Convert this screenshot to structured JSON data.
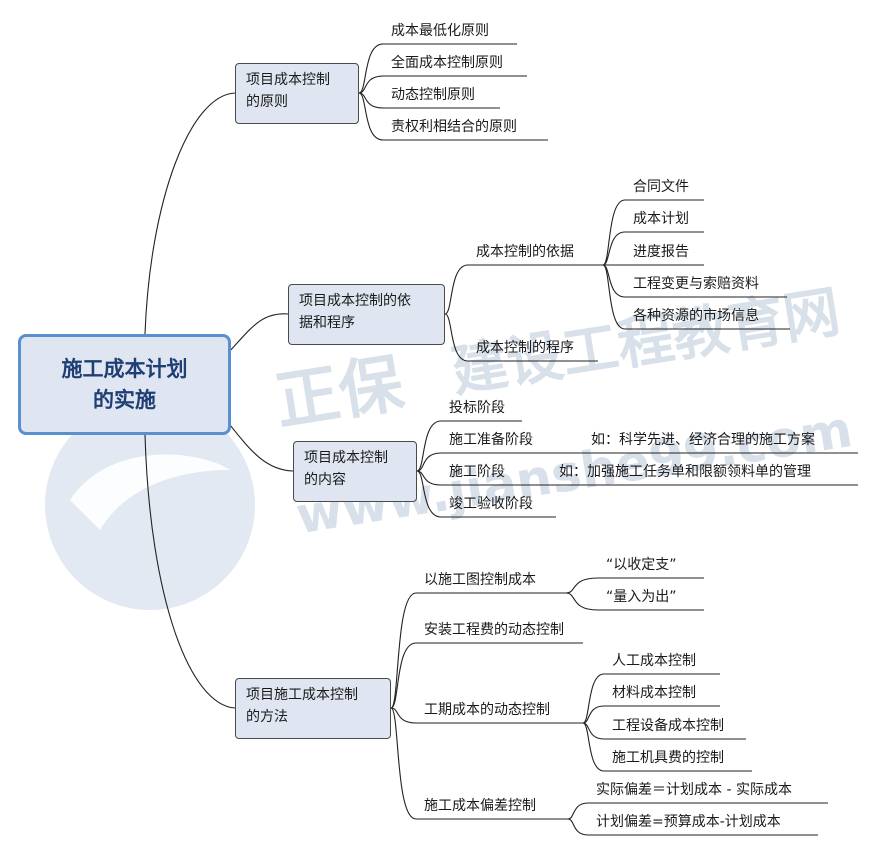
{
  "root": "施工成本计划\n的实施",
  "watermark": {
    "brand": "正保",
    "title": "建设工程教育网",
    "site": "www.jianshe99.com",
    "colors": {
      "text": "#b9c7d8",
      "logo": "#cfdbe9"
    }
  },
  "branches": [
    {
      "label": "项目成本控制\n的原则",
      "items": [
        "成本最低化原则",
        "全面成本控制原则",
        "动态控制原则",
        "责权利相结合的原则"
      ]
    },
    {
      "label": "项目成本控制的依\n据和程序",
      "basis": {
        "label": "成本控制的依据",
        "items": [
          "合同文件",
          "成本计划",
          "进度报告",
          "工程变更与索赔资料",
          "各种资源的市场信息"
        ]
      },
      "procedure": "成本控制的程序"
    },
    {
      "label": "项目成本控制\n的内容",
      "stages": [
        {
          "label": "投标阶段",
          "note": ""
        },
        {
          "label": "施工准备阶段",
          "note": "如：科学先进、经济合理的施工方案"
        },
        {
          "label": "施工阶段",
          "note": "如：加强施工任务单和限额领料单的管理"
        },
        {
          "label": "竣工验收阶段",
          "note": ""
        }
      ]
    },
    {
      "label": "项目施工成本控制\n的方法",
      "methods": [
        {
          "label": "以施工图控制成本",
          "items": [
            "“以收定支”",
            "“量入为出”"
          ]
        },
        {
          "label": "安装工程费的动态控制",
          "items": []
        },
        {
          "label": "工期成本的动态控制",
          "items": [
            "人工成本控制",
            "材料成本控制",
            "工程设备成本控制",
            "施工机具费的控制"
          ]
        },
        {
          "label": "施工成本偏差控制",
          "items": [
            "实际偏差＝计划成本 - 实际成本",
            "计划偏差=预算成本-计划成本"
          ]
        }
      ]
    }
  ],
  "colors": {
    "root_border": "#5a8fd0",
    "node_fill": "#dfe6f1",
    "line": "#222222"
  }
}
